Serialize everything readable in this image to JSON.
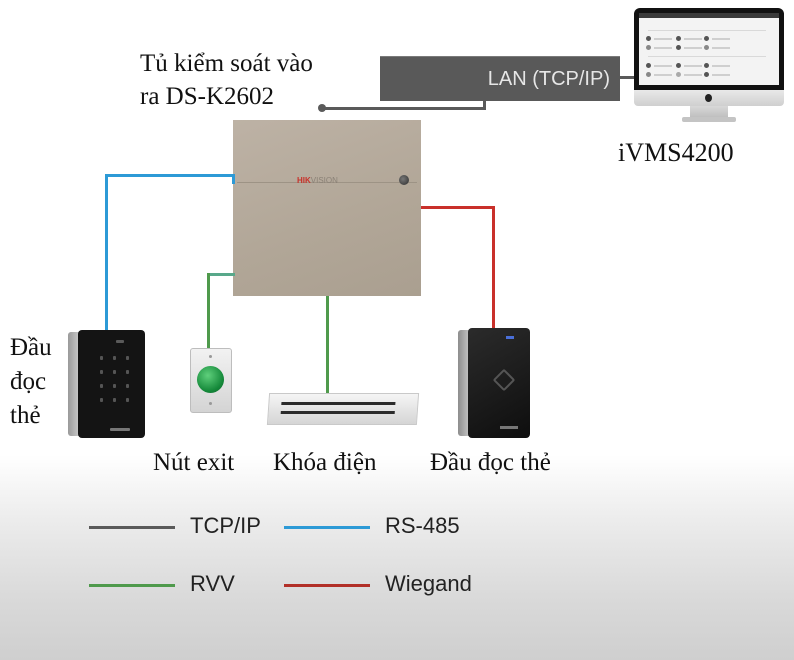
{
  "controller": {
    "label_line1": "Tủ kiểm soát vào",
    "label_line2": "ra DS-K2602",
    "brand_red": "HIK",
    "brand_grey": "VISION"
  },
  "network": {
    "lan_label": "LAN (TCP/IP)"
  },
  "software": {
    "label": "iVMS4200"
  },
  "devices": {
    "keypad_reader_label_lines": [
      "Đầu",
      "đọc",
      "thẻ"
    ],
    "exit_button_label": "Nút exit",
    "maglock_label": "Khóa điện",
    "rfid_reader_label": "Đầu đọc thẻ"
  },
  "legend": [
    {
      "label": "TCP/IP",
      "color": "#5a5a5a"
    },
    {
      "label": "RS-485",
      "color": "#2d9ad6"
    },
    {
      "label": "RVV",
      "color": "#4f9a4c"
    },
    {
      "label": "Wiegand",
      "color": "#c0312b"
    }
  ],
  "wire_colors": {
    "tcpip": "#5a5a5a",
    "rs485": "#2d9ad6",
    "rvv": "#4f9a4c",
    "wiegand": "#c9302a"
  }
}
